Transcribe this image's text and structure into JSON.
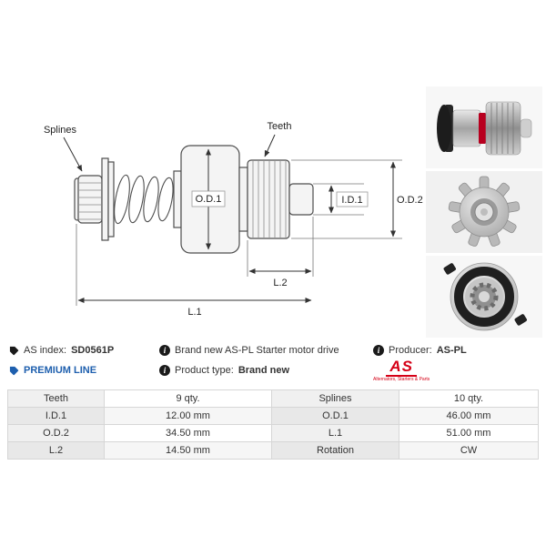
{
  "diagram": {
    "labels": {
      "splines": "Splines",
      "teeth": "Teeth",
      "od1": "O.D.1",
      "id1": "I.D.1",
      "od2": "O.D.2",
      "l1": "L.1",
      "l2": "L.2"
    }
  },
  "info": {
    "as_index_label": "AS index:",
    "as_index_value": "SD0561P",
    "brand_line": "Brand new AS-PL Starter motor drive",
    "producer_label": "Producer:",
    "producer_value": "AS-PL",
    "premium_line": "PREMIUM LINE",
    "product_type_label": "Product type:",
    "product_type_value": "Brand new",
    "logo_text": "AS",
    "logo_tagline": "Alternators, Starters & Parts"
  },
  "spec_table": {
    "rows": [
      {
        "label1": "Teeth",
        "value1": "9 qty.",
        "label2": "Splines",
        "value2": "10 qty."
      },
      {
        "label1": "I.D.1",
        "value1": "12.00 mm",
        "label2": "O.D.1",
        "value2": "46.00 mm"
      },
      {
        "label1": "O.D.2",
        "value1": "34.50 mm",
        "label2": "L.1",
        "value2": "51.00 mm"
      },
      {
        "label1": "L.2",
        "value1": "14.50 mm",
        "label2": "Rotation",
        "value2": "CW"
      }
    ]
  },
  "colors": {
    "premium_blue": "#1e5fae",
    "logo_red": "#d50016",
    "table_border": "#d6d6d6"
  }
}
